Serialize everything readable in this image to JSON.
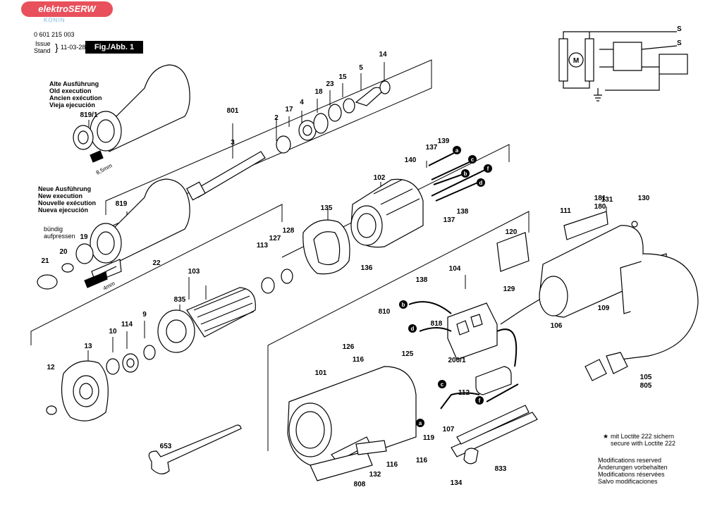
{
  "logo": {
    "brand": "elektroSERW",
    "city": "KONIN"
  },
  "header": {
    "part_number": "0 601 215 003",
    "issue_label_1": "Issue",
    "issue_label_2": "Stand",
    "issue_date": "11-03-28",
    "figure_label": "Fig./Abb. 1"
  },
  "old_execution": [
    "Alte Ausführung",
    "Old execution",
    "Ancien exécution",
    "Vieja ejecución"
  ],
  "new_execution": [
    "Neue Ausführung",
    "New execution",
    "Nouvelle exécution",
    "Nueva ejecución"
  ],
  "notes": {
    "flush_1": "bündig",
    "flush_2": "aufpressen",
    "dim_85": "8,5mm",
    "dim_4": "4mm"
  },
  "loctite": {
    "line1": "mit Loctite 222 sichern",
    "line2": "secure with Loctite 222",
    "star": "★"
  },
  "modifications": [
    "Modifications reserved",
    "Änderungen vorbehalten",
    "Modifications réservées",
    "Salvo modificaciones"
  ],
  "motor_symbol": "M",
  "part_labels": [
    "819/1",
    "801",
    "3",
    "2",
    "17",
    "4",
    "18",
    "23",
    "15",
    "5",
    "14",
    "819",
    "19",
    "20",
    "21",
    "22",
    "135",
    "113",
    "127",
    "128",
    "136",
    "102",
    "140",
    "137",
    "139",
    "138",
    "137",
    "103",
    "835",
    "10",
    "114",
    "9",
    "13",
    "12",
    "653",
    "101",
    "808",
    "132",
    "116",
    "126",
    "116",
    "125",
    "810",
    "818",
    "200/1",
    "104",
    "138",
    "129",
    "112",
    "107",
    "119",
    "116",
    "134",
    "833",
    "111",
    "181",
    "180",
    "131",
    "130",
    "120",
    "106",
    "109",
    "105",
    "805"
  ],
  "wire_markers": [
    "a",
    "c",
    "b",
    "f",
    "d",
    "b",
    "d",
    "c",
    "f",
    "a"
  ]
}
